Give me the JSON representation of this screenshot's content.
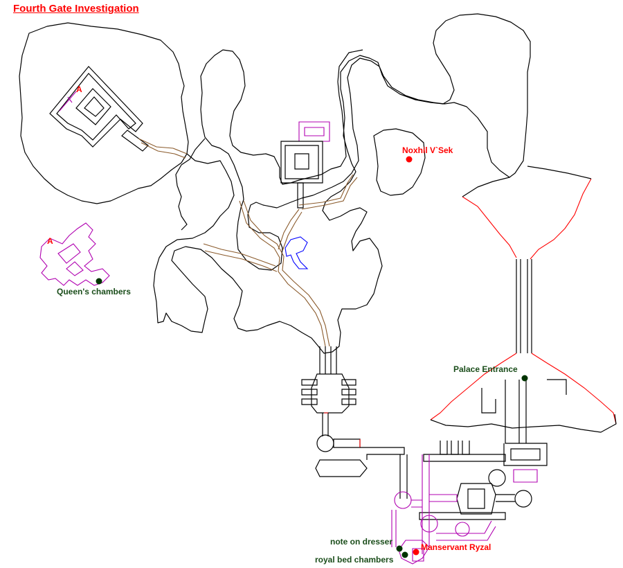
{
  "map": {
    "title": "Fourth Gate Investigation",
    "colors": {
      "title": "#ff0000",
      "wall": "#000000",
      "path": "#8a5a2b",
      "magenta_wall": "#b000b0",
      "red_wall": "#ff0000",
      "water": "#0000ff",
      "npc_marker": "#ff0000",
      "item_marker": "#003300",
      "npc_label": "#ff0000",
      "item_label": "#1a4d1a"
    },
    "area_labels": {
      "a_top": "A",
      "a_left": "A"
    },
    "markers": {
      "noxhil": {
        "label": "Noxhil V`Sek",
        "kind": "npc"
      },
      "queens_chambers": {
        "label": "Queen's chambers",
        "kind": "location"
      },
      "palace_entrance": {
        "label": "Palace Entrance",
        "kind": "location"
      },
      "note_on_dresser": {
        "label": "note on dresser",
        "kind": "item"
      },
      "royal_bed_chambers": {
        "label": "royal bed chambers",
        "kind": "location"
      },
      "manservant_ryzal": {
        "label": "Manservant Ryzal",
        "kind": "npc"
      }
    }
  }
}
